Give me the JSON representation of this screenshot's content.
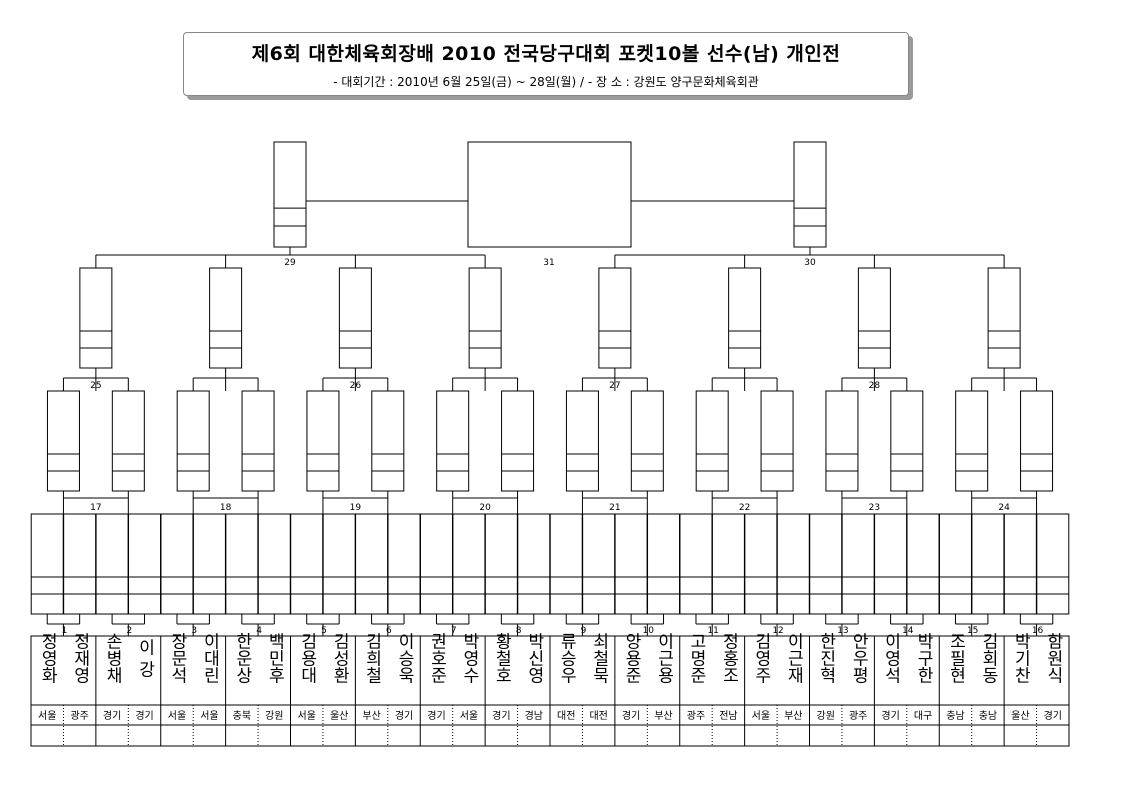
{
  "header": {
    "title": "제6회 대한체육회장배 2010 전국당구대회 포켓10볼 선수(남) 개인전",
    "subtitle": "- 대회기간 : 2010년 6월 25일(금) ~ 28일(월) / - 장 소 : 강원도 양구문화체육회관"
  },
  "final_match_number": "31",
  "semifinal_match_numbers": [
    "29",
    "30"
  ],
  "quarterfinal_match_numbers": [
    "25",
    "26",
    "27",
    "28"
  ],
  "round16_match_numbers": [
    "17",
    "18",
    "19",
    "20",
    "21",
    "22",
    "23",
    "24"
  ],
  "round32_match_numbers": [
    "1",
    "2",
    "3",
    "4",
    "5",
    "6",
    "7",
    "8",
    "9",
    "10",
    "11",
    "12",
    "13",
    "14",
    "15",
    "16"
  ],
  "players": [
    {
      "name": "정영화",
      "region": "서울"
    },
    {
      "name": "정재영",
      "region": "광주"
    },
    {
      "name": "손병채",
      "region": "경기"
    },
    {
      "name": "이 강",
      "region": "경기"
    },
    {
      "name": "장문석",
      "region": "서울"
    },
    {
      "name": "이대린",
      "region": "서울"
    },
    {
      "name": "한운상",
      "region": "충북"
    },
    {
      "name": "백민후",
      "region": "강원"
    },
    {
      "name": "김용대",
      "region": "서울"
    },
    {
      "name": "김성환",
      "region": "울산"
    },
    {
      "name": "김희철",
      "region": "부산"
    },
    {
      "name": "이승욱",
      "region": "경기"
    },
    {
      "name": "권호준",
      "region": "경기"
    },
    {
      "name": "박영수",
      "region": "서울"
    },
    {
      "name": "황철호",
      "region": "경기"
    },
    {
      "name": "박신영",
      "region": "경남"
    },
    {
      "name": "류승우",
      "region": "대전"
    },
    {
      "name": "최철묵",
      "region": "대전"
    },
    {
      "name": "양용준",
      "region": "경기"
    },
    {
      "name": "이근용",
      "region": "부산"
    },
    {
      "name": "고명준",
      "region": "광주"
    },
    {
      "name": "정홍조",
      "region": "전남"
    },
    {
      "name": "김영주",
      "region": "서울"
    },
    {
      "name": "이근재",
      "region": "부산"
    },
    {
      "name": "한진혁",
      "region": "강원"
    },
    {
      "name": "안우평",
      "region": "광주"
    },
    {
      "name": "이영석",
      "region": "경기"
    },
    {
      "name": "박구한",
      "region": "대구"
    },
    {
      "name": "조필현",
      "region": "충남"
    },
    {
      "name": "김회동",
      "region": "충남"
    },
    {
      "name": "박기찬",
      "region": "울산"
    },
    {
      "name": "함원식",
      "region": "경기"
    }
  ]
}
